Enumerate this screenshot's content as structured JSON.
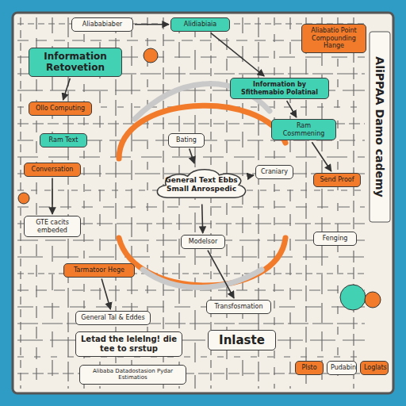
{
  "diagram": {
    "nodes": [
      {
        "text": [
          "Information Retovetion"
        ]
      },
      {
        "text": [
          "Aliababiaber"
        ]
      },
      {
        "text": [
          "Alidiabiaia"
        ]
      },
      {
        "text": [
          "Aliabatio Point Compounding Hange"
        ]
      },
      {
        "text": [
          "Information by Sfithemabio Polatinal"
        ]
      },
      {
        "text": [
          "Ollo Computing"
        ]
      },
      {
        "text": [
          "Ram Text"
        ]
      },
      {
        "text": [
          "GTE cacits embeded"
        ]
      },
      {
        "text": [
          "Conversation"
        ]
      },
      {
        "text": [
          "Ram Cosmmening"
        ]
      },
      {
        "text": [
          "Send Proof"
        ]
      },
      {
        "text": [
          "General Text Ebbs Small Anrospedic"
        ]
      },
      {
        "text": [
          "Modelsor"
        ]
      },
      {
        "text": [
          "Craniary"
        ]
      },
      {
        "text": [
          "Bating"
        ]
      },
      {
        "text": [
          "Tarmatoor Hege"
        ]
      },
      {
        "text": [
          "General Tal & Eddes"
        ]
      },
      {
        "text": [
          "Letad the lelelng! die tee to srstup"
        ]
      },
      {
        "text": [
          "Inlaste"
        ]
      },
      {
        "text": [
          "Alibaba Datadostasion Pydar Estimatios"
        ]
      },
      {
        "text": [
          "Transfosmation"
        ]
      },
      {
        "text": [
          "Fenging"
        ]
      },
      {
        "text": [
          "Plsto"
        ]
      },
      {
        "text": [
          "Pudabin"
        ]
      },
      {
        "text": [
          "Loglats"
        ]
      }
    ],
    "edges": [
      {
        "from": 0,
        "to": 5,
        "arrow": "to"
      },
      {
        "from": 1,
        "to": 2,
        "arrow": "to"
      },
      {
        "from": 2,
        "to": 4,
        "arrow": "to"
      },
      {
        "from": 4,
        "to": 9,
        "arrow": "to"
      },
      {
        "from": 9,
        "to": 10,
        "arrow": "to"
      },
      {
        "from": 14,
        "to": 11,
        "arrow": "to"
      },
      {
        "from": 11,
        "to": 13,
        "arrow": "to"
      },
      {
        "from": 11,
        "to": 12,
        "arrow": "to"
      },
      {
        "from": 12,
        "to": 20,
        "arrow": "to"
      },
      {
        "from": 8,
        "to": 7,
        "arrow": "to"
      },
      {
        "from": 15,
        "to": 16,
        "arrow": "to"
      }
    ],
    "labels": [
      "AliPPAA Damo cademy"
    ]
  }
}
